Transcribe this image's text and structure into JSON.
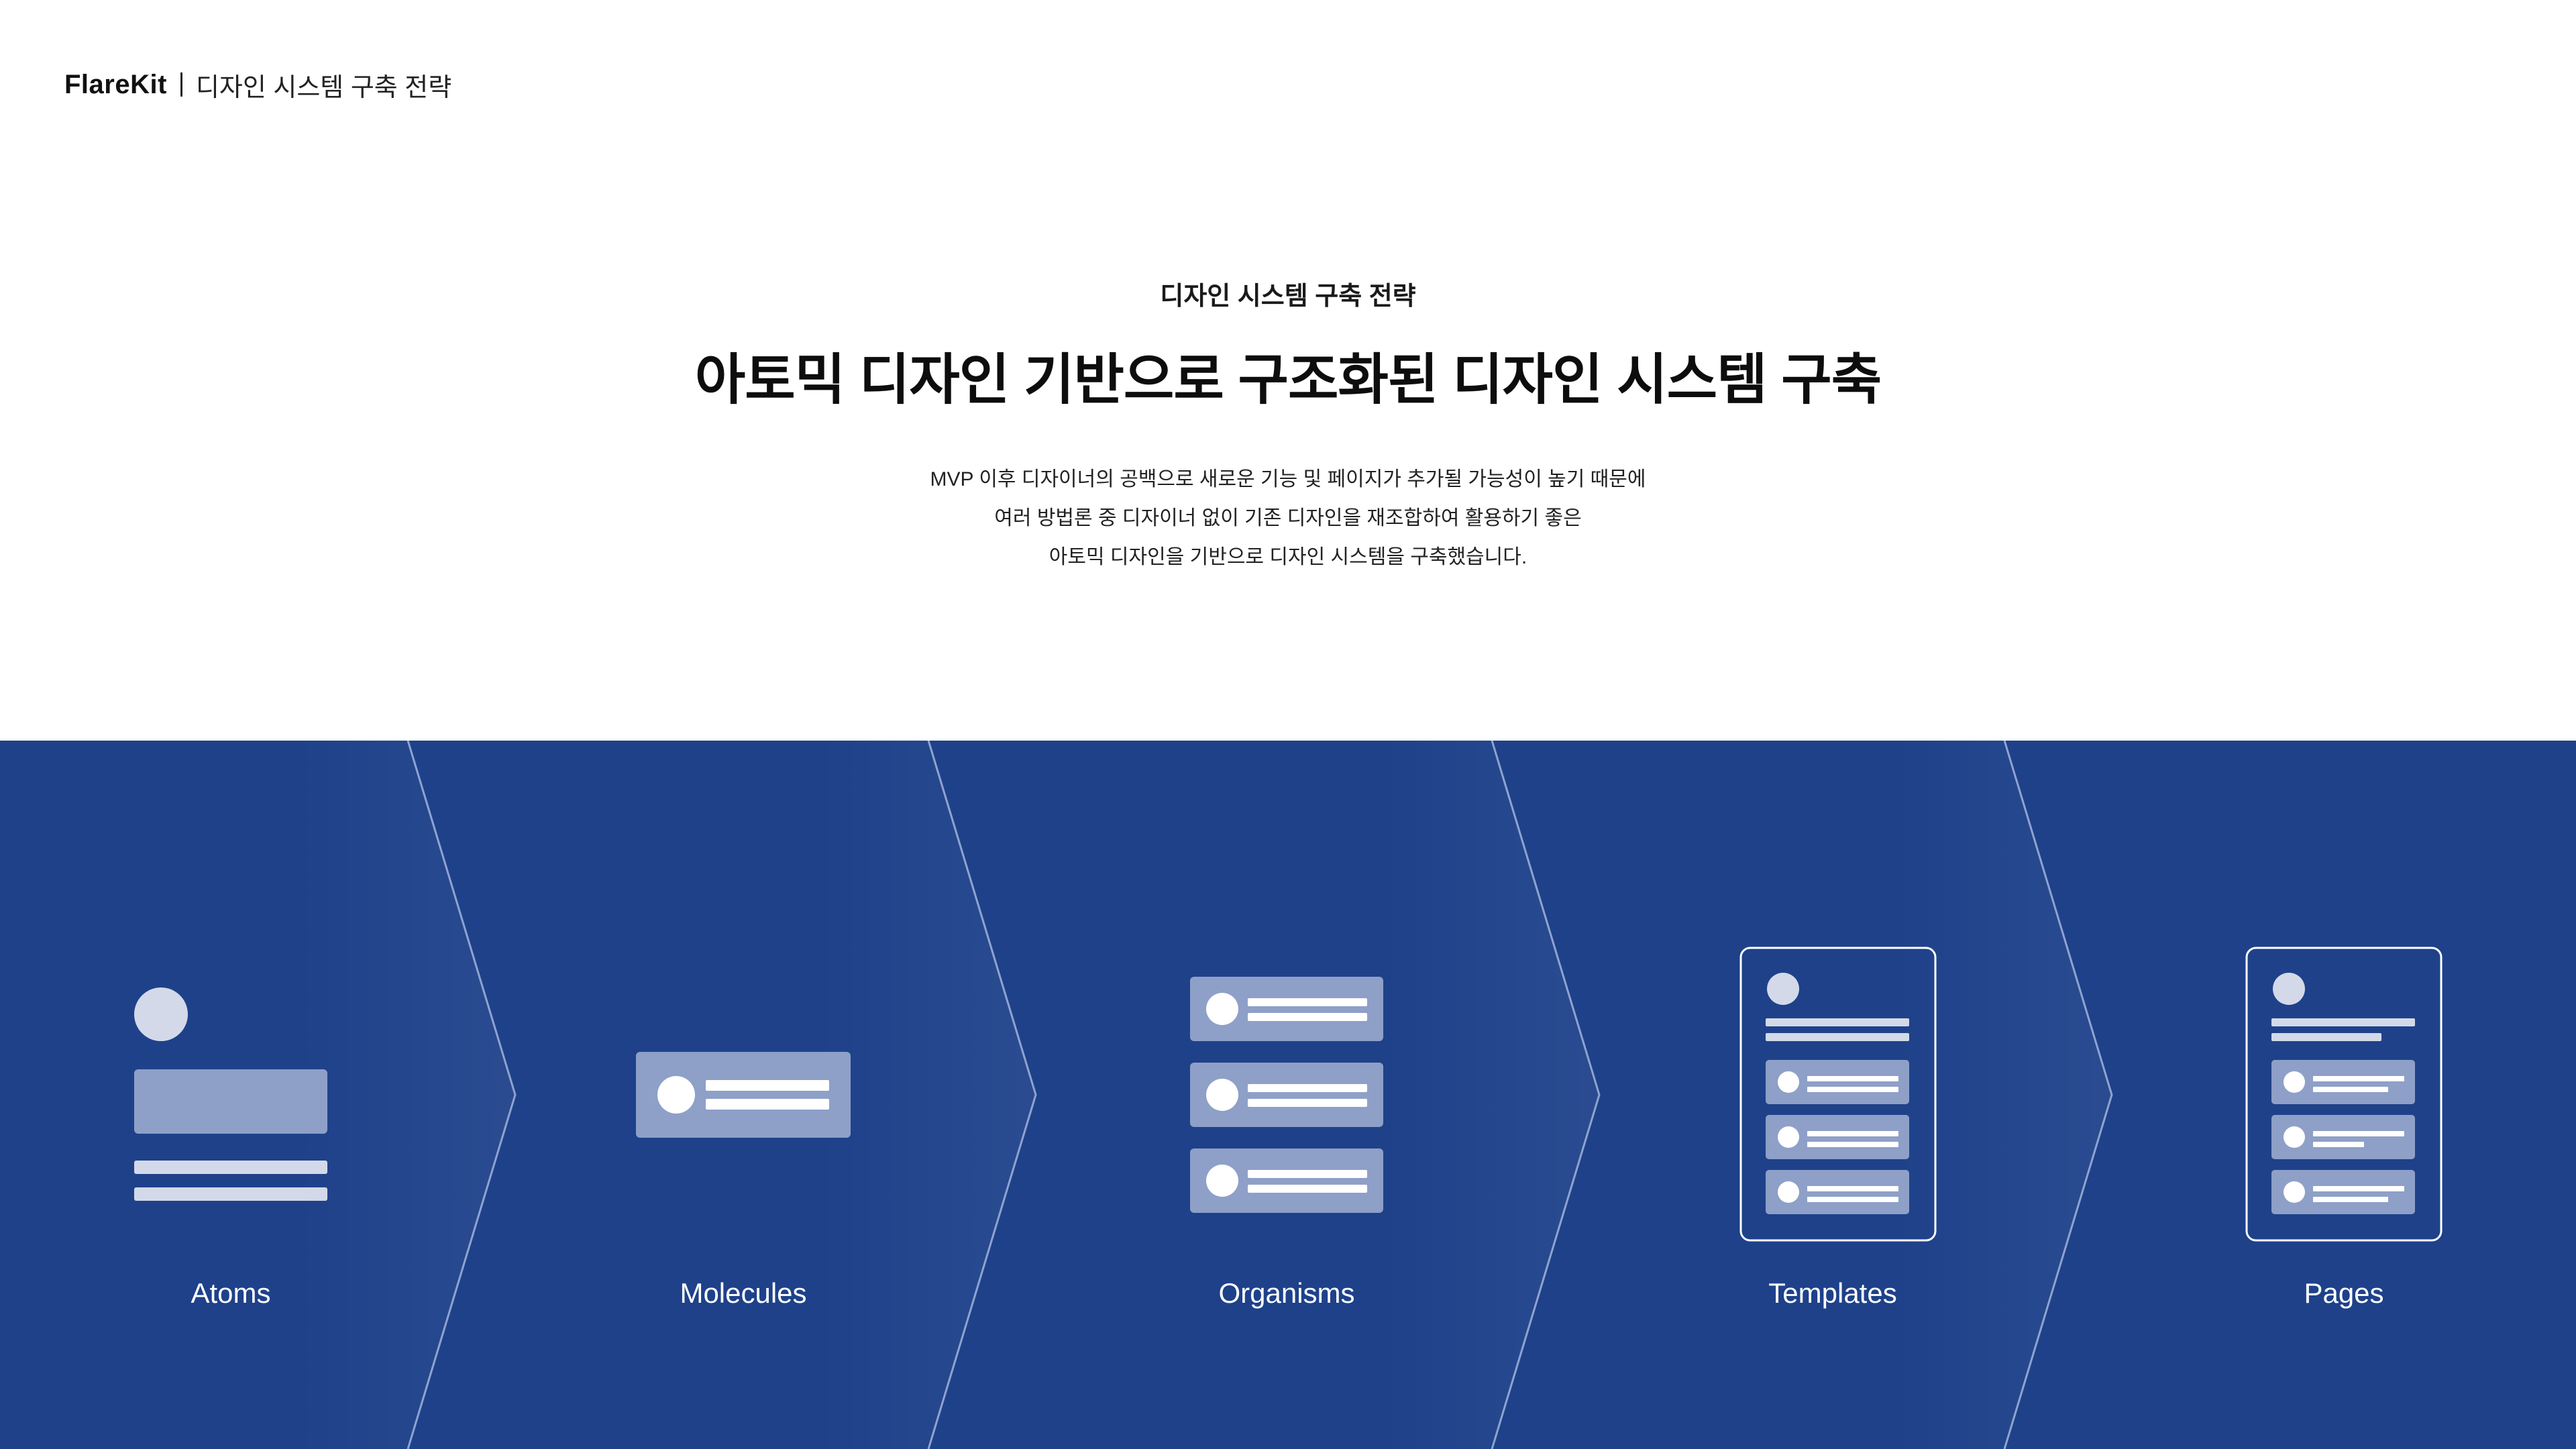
{
  "header": {
    "brand": "FlareKit",
    "section_title": "디자인 시스템 구축 전략"
  },
  "hero": {
    "eyebrow": "디자인 시스템 구축 전략",
    "headline": "아토믹 디자인 기반으로 구조화된 디자인 시스템 구축",
    "description_lines": [
      "MVP 이후 디자이너의 공백으로 새로운 기능 및 페이지가 추가될 가능성이 높기 때문에",
      "여러 방법론 중 디자이너 없이 기존 디자인을 재조합하여 활용하기 좋은",
      "아토믹 디자인을 기반으로 디자인 시스템을 구축했습니다."
    ]
  },
  "flow": {
    "background": "#1e418a",
    "stages": [
      {
        "label": "Atoms",
        "icon": "atoms-icon"
      },
      {
        "label": "Molecules",
        "icon": "molecules-icon"
      },
      {
        "label": "Organisms",
        "icon": "organisms-icon"
      },
      {
        "label": "Templates",
        "icon": "templates-icon"
      },
      {
        "label": "Pages",
        "icon": "pages-icon"
      }
    ]
  }
}
